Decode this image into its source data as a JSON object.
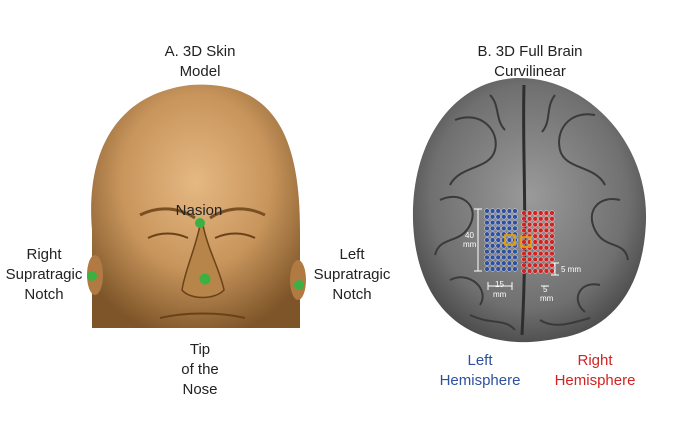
{
  "panel_a": {
    "title_line1": "A. 3D Skin",
    "title_line2": "Model",
    "landmark_nasion": "Nasion",
    "right_notch_line1": "Right",
    "right_notch_line2": "Supratragic",
    "right_notch_line3": "Notch",
    "left_notch_line1": "Left",
    "left_notch_line2": "Supratragic",
    "left_notch_line3": "Notch",
    "nose_line1": "Tip",
    "nose_line2": "of the",
    "nose_line3": "Nose"
  },
  "panel_b": {
    "title_line1": "B. 3D Full Brain",
    "title_line2": "Curvilinear",
    "dim_40": "40",
    "dim_40_unit": "mm",
    "dim_15": "15",
    "dim_15_unit": "mm",
    "dim_5_right": "5 mm",
    "dim_5_below": "5",
    "dim_5_below_unit": "mm",
    "left_hemi_line1": "Left",
    "left_hemi_line2": "Hemisphere",
    "right_hemi_line1": "Right",
    "right_hemi_line2": "Hemisphere"
  },
  "colors": {
    "landmark_green": "#3cb043",
    "left_grid": "#2f4f9f",
    "right_grid": "#d22222",
    "highlight": "#f0a000"
  },
  "grid": {
    "rows": 11,
    "cols": 6
  }
}
